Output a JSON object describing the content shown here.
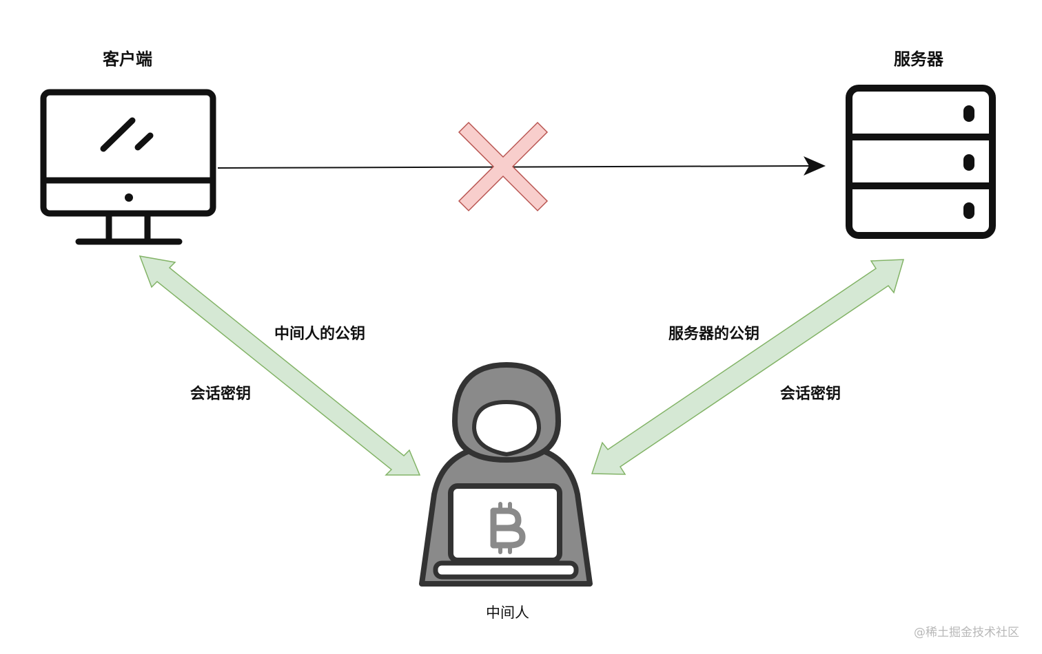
{
  "nodes": {
    "client": {
      "label": "客户端",
      "icon": "monitor-icon"
    },
    "server": {
      "label": "服务器",
      "icon": "server-icon"
    },
    "mitm": {
      "label": "中间人",
      "icon": "hacker-bitcoin-icon"
    }
  },
  "edges": {
    "left_label_top": "中间人的公钥",
    "left_label_bottom": "会话密钥",
    "right_label_top": "服务器的公钥",
    "right_label_bottom": "会话密钥"
  },
  "watermark": "@稀土掘金技术社区",
  "colors": {
    "arrow_fill": "#d5e8d4",
    "arrow_stroke": "#82b366",
    "cross_fill": "#f8cecc",
    "cross_stroke": "#b85450",
    "hacker_gray": "#8a8a8a",
    "outline": "#111111"
  }
}
